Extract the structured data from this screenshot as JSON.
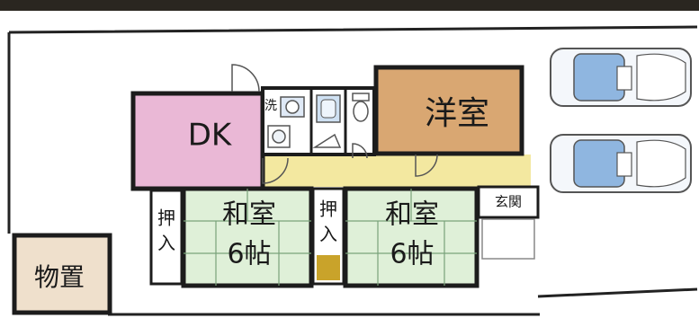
{
  "rooms": {
    "dk": {
      "label": "DK",
      "color": "#eab8d6"
    },
    "western": {
      "label": "洋室",
      "color": "#d9a772"
    },
    "washroom": {
      "label": "洗"
    },
    "japanese_left": {
      "line1": "和室",
      "line2": "6帖",
      "color": "#dff0d8"
    },
    "japanese_right": {
      "line1": "和室",
      "line2": "6帖",
      "color": "#dff0d8"
    },
    "closet_left": {
      "line1": "押",
      "line2": "入"
    },
    "closet_mid": {
      "line1": "押",
      "line2": "入"
    },
    "entrance": {
      "label": "玄関"
    },
    "storage": {
      "label": "物置",
      "color": "#efe0cc"
    }
  },
  "colors": {
    "hallway": "#f3e8a0",
    "wall": "#1c1c1c",
    "car_body": "#f4f7fb",
    "car_glass": "#8fb6e0",
    "closet_floor": "#c9a32a",
    "top_band": "#2a2620"
  },
  "icons": [
    "car-icon",
    "car-icon",
    "toilet-icon",
    "bathtub-icon",
    "sink-icon",
    "washing-machine-icon"
  ]
}
